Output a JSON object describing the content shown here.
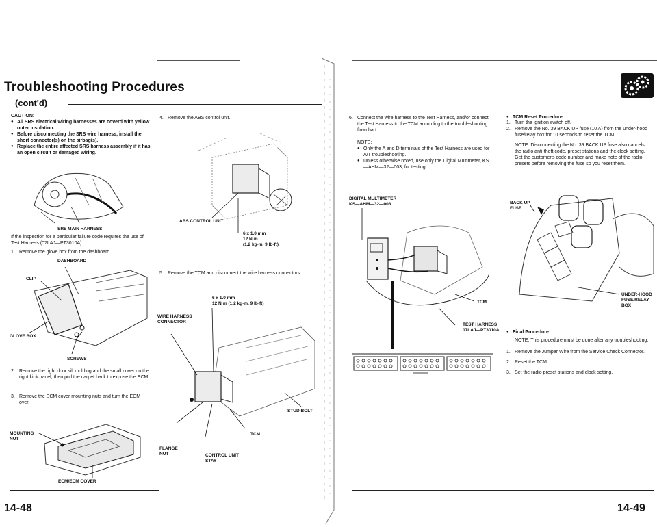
{
  "header": {
    "title": "Troubleshooting Procedures",
    "contd": "(cont'd)",
    "icon": "gear-icon"
  },
  "left": {
    "caution_heading": "CAUTION:",
    "caution_items": [
      "All SRS electrical wiring harnesses are coverd with yellow outer insulation.",
      "Before disconnecting the SRS wire harness, install the short connector(s) on the airbag(s).",
      "Replace the entire affected SRS harness assembly if it has an open circuit or damaged wiring."
    ],
    "fig1_label": "SRS MAIN HARNESS",
    "inspection_text": "If the inspection for a particular failure code requires the use of Test Harness (07LAJ—PT3010A):",
    "step1": "Remove the glove box from the dashboard.",
    "fig2_labels": {
      "dashboard": "DASHBOARD",
      "clip": "CLIP",
      "glove_box": "GLOVE BOX",
      "screws": "SCREWS"
    },
    "step2": "Remove the right door sill molding and the small cover on the right kick panel, then pull the carpet back to expose the ECM.",
    "step3": "Remove the ECM cover mounting nuts and turn the ECM over.",
    "fig3_labels": {
      "mounting_nut": "MOUNTING NUT",
      "cover": "ECM/ECM COVER"
    },
    "page_number": "14-48"
  },
  "middle": {
    "step4": "Remove the ABS control unit.",
    "fig4_labels": {
      "unit": "ABS CONTROL UNIT",
      "spec_line1": "6 x 1.0 mm",
      "spec_line2": "12 N·m",
      "spec_line3": "(1.2 kg-m, 9 lb-ft)"
    },
    "step5": "Remove the TCM and disconnect the wire harness connectors.",
    "fig5_labels": {
      "spec_line1": "6 x 1.0 mm",
      "spec_line2": "12 N·m (1.2 kg-m, 9 lb-ft)",
      "wire_harness": "WIRE HARNESS CONNECTOR",
      "stud_bolt": "STUD BOLT",
      "tcm": "TCM",
      "flange_nut": "FLANGE NUT",
      "control_unit": "CONTROL UNIT STAY"
    }
  },
  "right_a": {
    "step6": "Connect the wire harness to the Test Harness, and/or connect the Test Harness to the TCM according to the troubleshooting flowchart.",
    "note_heading": "NOTE:",
    "notes": [
      "Only the A and D terminals of the Test Harness are used for A/T troubleshooting.",
      "Unless otherwise noted, use only the Digital Multimeter, KS—AHM—32—003, for testing."
    ],
    "fig6_labels": {
      "meter_line1": "DIGITAL MULTIMETER",
      "meter_line2": "KS—AHM—32—003",
      "tcm": "TCM",
      "harness_line1": "TEST HARNESS",
      "harness_line2": "07LAJ—PT3010A"
    }
  },
  "right_b": {
    "reset_heading": "TCM Reset Procedure",
    "reset_steps": [
      "Turn the ignition switch off.",
      "Remove the No. 39 BACK UP fuse (10 A) from the under-hood fuse/relay box for 10 seconds to reset the TCM."
    ],
    "reset_note": "NOTE: Disconnecting the No. 39 BACK UP fuse also cancels the radio anti-theft code, preset stations and the clock setting. Get the customer's code number and make note of the radio presets before removing the fuse so you reset them.",
    "fig7_labels": {
      "backup_line1": "BACK UP",
      "backup_line2": "FUSE",
      "box_line1": "UNDER-HOOD",
      "box_line2": "FUSE/RELAY",
      "box_line3": "BOX"
    },
    "final_heading": "Final Procedure",
    "final_note": "NOTE: This procedure must be done after any troubleshooting.",
    "final_steps": [
      "Remove the Jumper Wire from the Service Check Connector.",
      "Reset the TCM.",
      "Set the radio preset stations and clock setting."
    ],
    "page_number": "14-49"
  }
}
